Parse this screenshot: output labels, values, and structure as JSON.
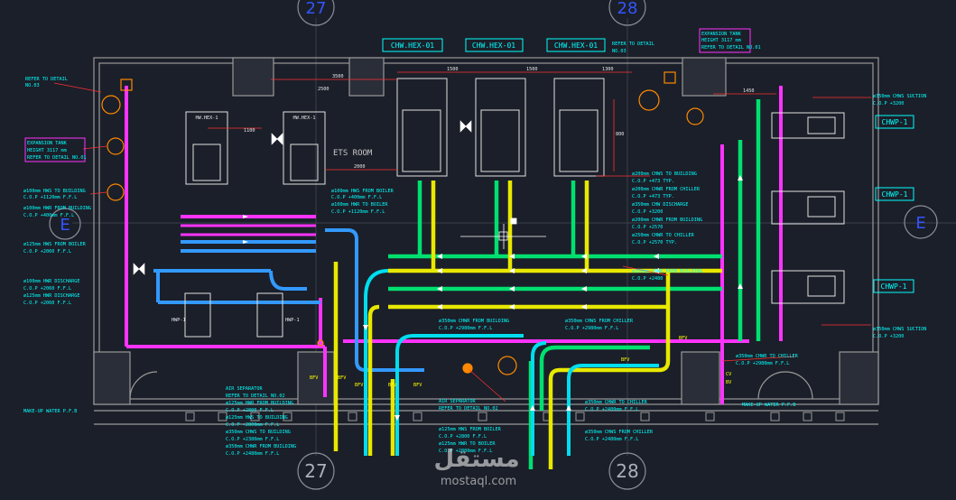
{
  "grid": {
    "col_27": "27",
    "col_28": "28",
    "row_e": "E"
  },
  "room_label": "ETS ROOM",
  "hex_labels": [
    "CHW.HEX-01",
    "CHW.HEX-01",
    "CHW.HEX-01"
  ],
  "hw_hex_labels": [
    "HW.HEX-1",
    "HW.HEX-1"
  ],
  "pump_labels": [
    "CHWP-1",
    "CHWP-1",
    "CHWP-1"
  ],
  "hwp_labels": [
    "HWP-1",
    "HWP-1"
  ],
  "dims": [
    "3500",
    "1500",
    "1500",
    "1300",
    "1450",
    "1100",
    "2000",
    "800",
    "2500"
  ],
  "notes_left": [
    "REFER TO DETAIL",
    "NO.03",
    "EXPANSION TANK",
    "HEIGHT 3117 mm",
    "REFER TO DETAIL NO.01",
    "ø100mm HWS TO BUILDING",
    "C.O.P +1120mm F.F.L",
    "ø100mm HWR FROM BUILDING",
    "C.O.P +400mm F.F.L",
    "ø125mm HWS FROM BOILER",
    "C.O.P +2060 F.F.L",
    "ø100mm HWR DISCHARGE",
    "C.O.P +2060 F.F.L",
    "ø125mm HWR DISCHARGE",
    "C.O.P +2060 F.F.L",
    "MAKE-UP WATER P.F.B"
  ],
  "notes_top_right": [
    "REFER TO DETAIL",
    "NO.03",
    "EXPANSION TANK",
    "HEIGHT 3117 mm",
    "REFER TO DETAIL NO.01"
  ],
  "notes_center": [
    "ø100mm HWS FROM BOILER",
    "C.O.P +400mm F.F.L",
    "ø100mm HWR TO BOILER",
    "C.O.P +1120mm F.F.L"
  ],
  "notes_right": [
    "ø200mm CHWS TO BUILDING",
    "C.O.P +473 TYP.",
    "ø200mm CHWR FROM CHILLER",
    "C.O.P +473 TYP.",
    "ø350mm CHW DISCHARGE",
    "C.O.P +3200",
    "ø200mm CHWR FROM BUILDING",
    "C.O.P +2570",
    "ø250mm CHWR TO CHILLER",
    "C.O.P +2570 TYP.",
    "ø350mm CHWR FROM BUILDING",
    "C.O.P +2480"
  ],
  "notes_suction": [
    "ø350mm CHWS SUCTION",
    "C.O.P +3200",
    "ø350mm CHWS SUCTION",
    "C.O.P +3200"
  ],
  "notes_mid": [
    "ø350mm CHWR FROM BUILDING",
    "C.O.P +2980mm F.F.L",
    "ø350mm CHWS FROM CHILLER",
    "C.O.P +2980mm F.F.L",
    "ø350mm CHWR TO CHILLER",
    "C.O.P +2980mm F.F.L",
    "MAKE-UP WATER P.F.B"
  ],
  "notes_bottom_left": [
    "AIR SEPARATOR",
    "REFER TO DETAIL NO.02",
    "ø125mm HWR FROM BUILDING",
    "C.O.P +2800 F.F.L",
    "ø125mm HWS TO BUILDING",
    "C.O.P +2800mm F.F.L",
    "ø350mm CHWS TO BUILDING",
    "C.O.P +2380mm F.F.L",
    "ø350mm CHWR FROM BUILDING",
    "C.O.P +2480mm F.F.L"
  ],
  "notes_bottom_center": [
    "AIR SEPARATOR",
    "REFER TO DETAIL NO.02",
    "ø125mm HWS FROM BOILER",
    "C.O.P +2800 F.F.L",
    "ø125mm HWR TO BOILER",
    "C.O.P +2800mm F.F.L"
  ],
  "notes_bottom_right": [
    "ø350mm CHWR TO CHILLER",
    "C.O.P +2480mm F.F.L",
    "ø350mm CHWS FROM CHILLER",
    "C.O.P +2480mm F.F.L"
  ],
  "valve_tags": [
    "BFV",
    "BFV",
    "BFV",
    "BFV",
    "BFV",
    "BFV",
    "BFV",
    "CV",
    "BV"
  ],
  "watermark": {
    "arabic": "مستقل",
    "latin": "mostaql.com"
  },
  "colors": {
    "background": "#1b1f29",
    "chw_supply": "#00ff7f",
    "chw_return": "#ffff33",
    "hw": "#ff33ff",
    "hw_return": "#3399ff",
    "cyan_annot": "#00ffff",
    "wall": "#9a9a9a"
  }
}
